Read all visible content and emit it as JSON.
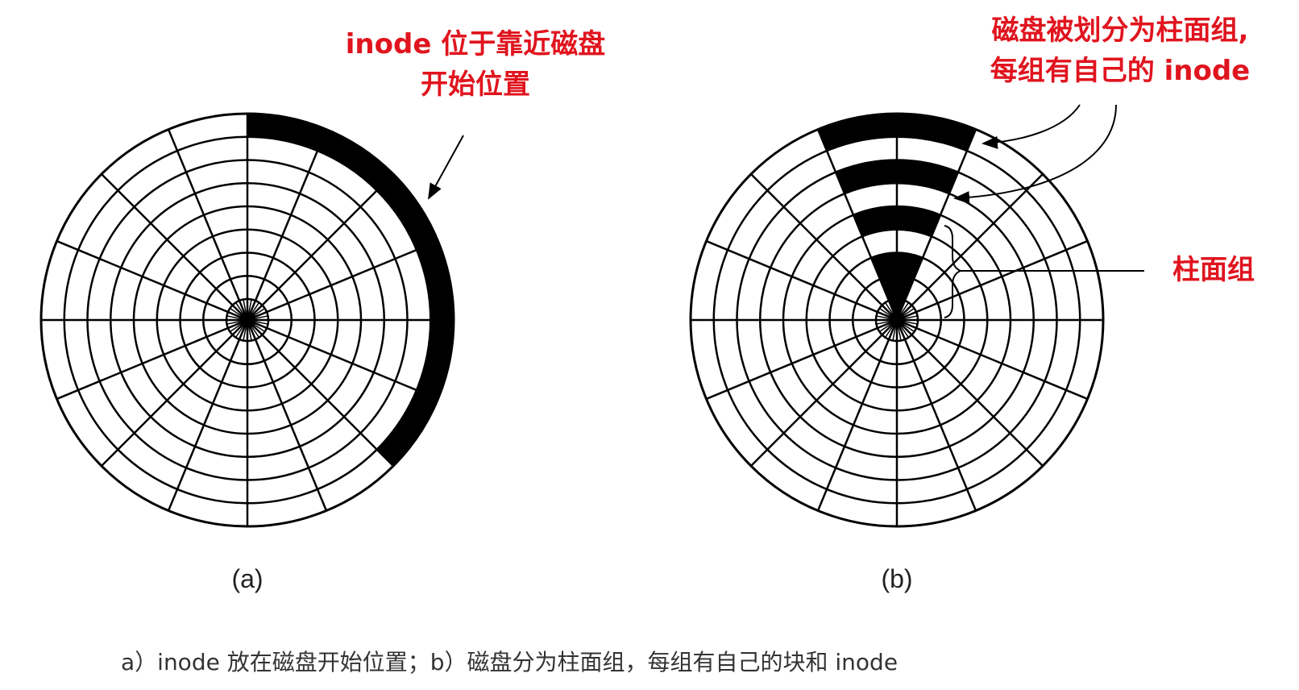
{
  "annotations": {
    "a_line1": "inode 位于靠近磁盘",
    "a_line2": "开始位置",
    "b_line1": "磁盘被划分为柱面组,",
    "b_line2": "每组有自己的 inode",
    "cylinder_group": "柱面组"
  },
  "subfigures": {
    "a": "(a)",
    "b": "(b)"
  },
  "caption": "a）inode 放在磁盘开始位置；b）磁盘分为柱面组，每组有自己的块和 inode",
  "disk": {
    "tracks": 8,
    "sectors": 16
  },
  "colors": {
    "annotation": "#e0141e",
    "ink": "#000000"
  }
}
